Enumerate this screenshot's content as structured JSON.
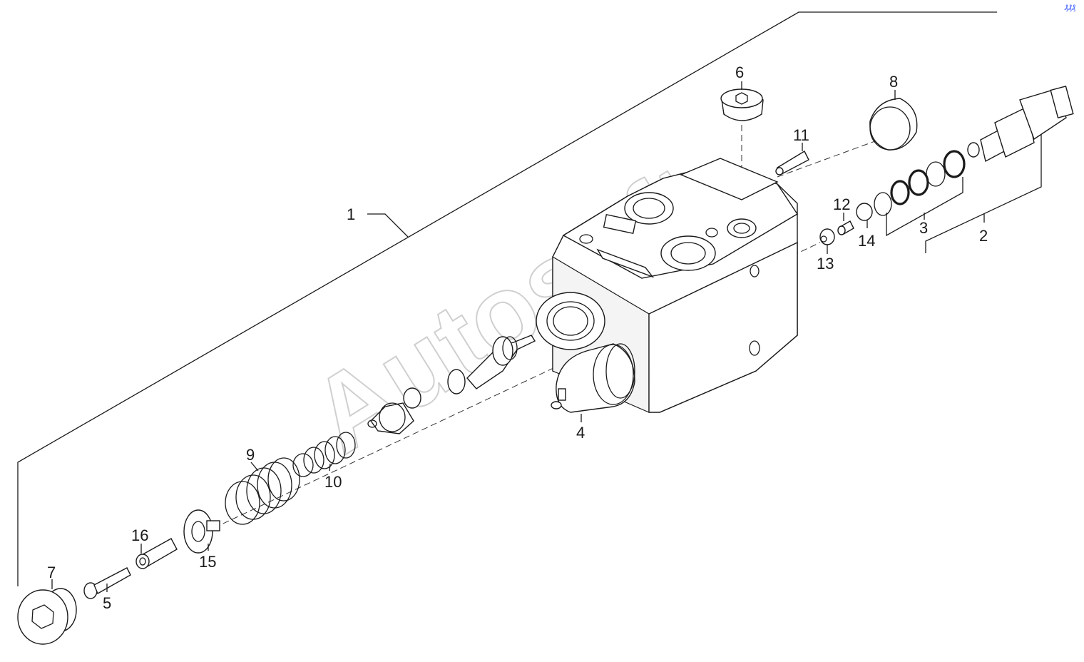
{
  "watermark": "Autosoft",
  "corner_mark": "₰₰₰",
  "callouts": [
    {
      "id": "c1",
      "label": "1"
    },
    {
      "id": "c2",
      "label": "2"
    },
    {
      "id": "c3",
      "label": "3"
    },
    {
      "id": "c4",
      "label": "4"
    },
    {
      "id": "c5",
      "label": "5"
    },
    {
      "id": "c6",
      "label": "6"
    },
    {
      "id": "c7",
      "label": "7"
    },
    {
      "id": "c8",
      "label": "8"
    },
    {
      "id": "c9",
      "label": "9"
    },
    {
      "id": "c10",
      "label": "10"
    },
    {
      "id": "c11",
      "label": "11"
    },
    {
      "id": "c12",
      "label": "12"
    },
    {
      "id": "c13",
      "label": "13"
    },
    {
      "id": "c14",
      "label": "14"
    },
    {
      "id": "c15",
      "label": "15"
    },
    {
      "id": "c16",
      "label": "16"
    }
  ]
}
